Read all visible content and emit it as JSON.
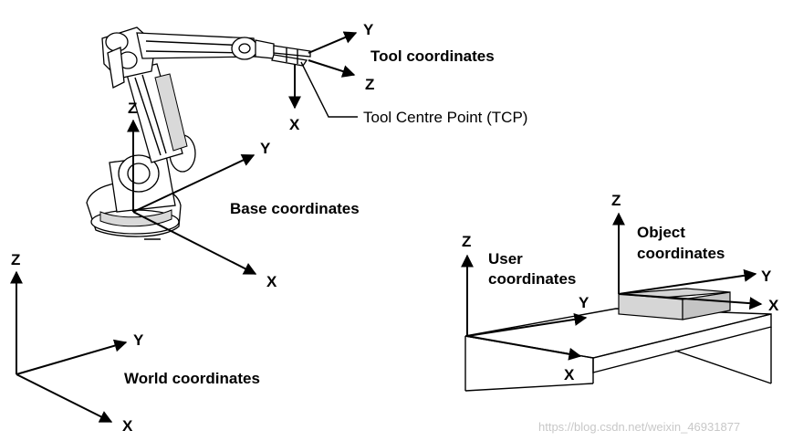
{
  "colors": {
    "ink": "#000000",
    "background": "#ffffff",
    "object_block_fill": "#d6d6d6",
    "watermark": "#c8c8c8"
  },
  "frames": {
    "tool": {
      "label": "Tool coordinates",
      "axes": {
        "y": "Y",
        "z": "Z",
        "x": "X"
      }
    },
    "tcp": {
      "label": "Tool Centre Point (TCP)"
    },
    "base": {
      "label": "Base coordinates",
      "axes": {
        "z": "Z",
        "y": "Y",
        "x": "X"
      }
    },
    "world": {
      "label": "World coordinates",
      "axes": {
        "z": "Z",
        "y": "Y",
        "x": "X"
      }
    },
    "user": {
      "label_line1": "User",
      "label_line2": "coordinates",
      "axes": {
        "z": "Z",
        "y": "Y",
        "x": "X"
      }
    },
    "object": {
      "label_line1": "Object",
      "label_line2": "coordinates",
      "axes": {
        "z": "Z",
        "y": "Y",
        "x": "X"
      }
    }
  },
  "watermark": "https://blog.csdn.net/weixin_46931877"
}
